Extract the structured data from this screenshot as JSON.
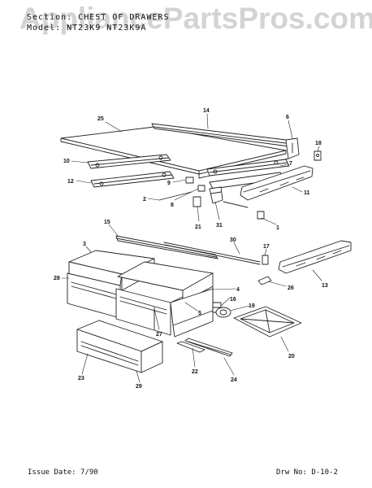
{
  "watermark": "AppliancePartsPros.com",
  "header": {
    "section_line": "Section: CHEST OF DRAWERS",
    "model_line": "Model: NT23K9  NT23K9A"
  },
  "footer": {
    "issue_date": "Issue Date: 7/90",
    "drawing_no": "Drw No: D-10-2"
  },
  "callouts": [
    "25",
    "14",
    "6",
    "10",
    "18",
    "7",
    "12",
    "9",
    "11",
    "2",
    "8",
    "21",
    "31",
    "1",
    "15",
    "30",
    "3",
    "17",
    "28",
    "13",
    "26",
    "4",
    "16",
    "19",
    "5",
    "27",
    "20",
    "22",
    "23",
    "29",
    "24"
  ]
}
